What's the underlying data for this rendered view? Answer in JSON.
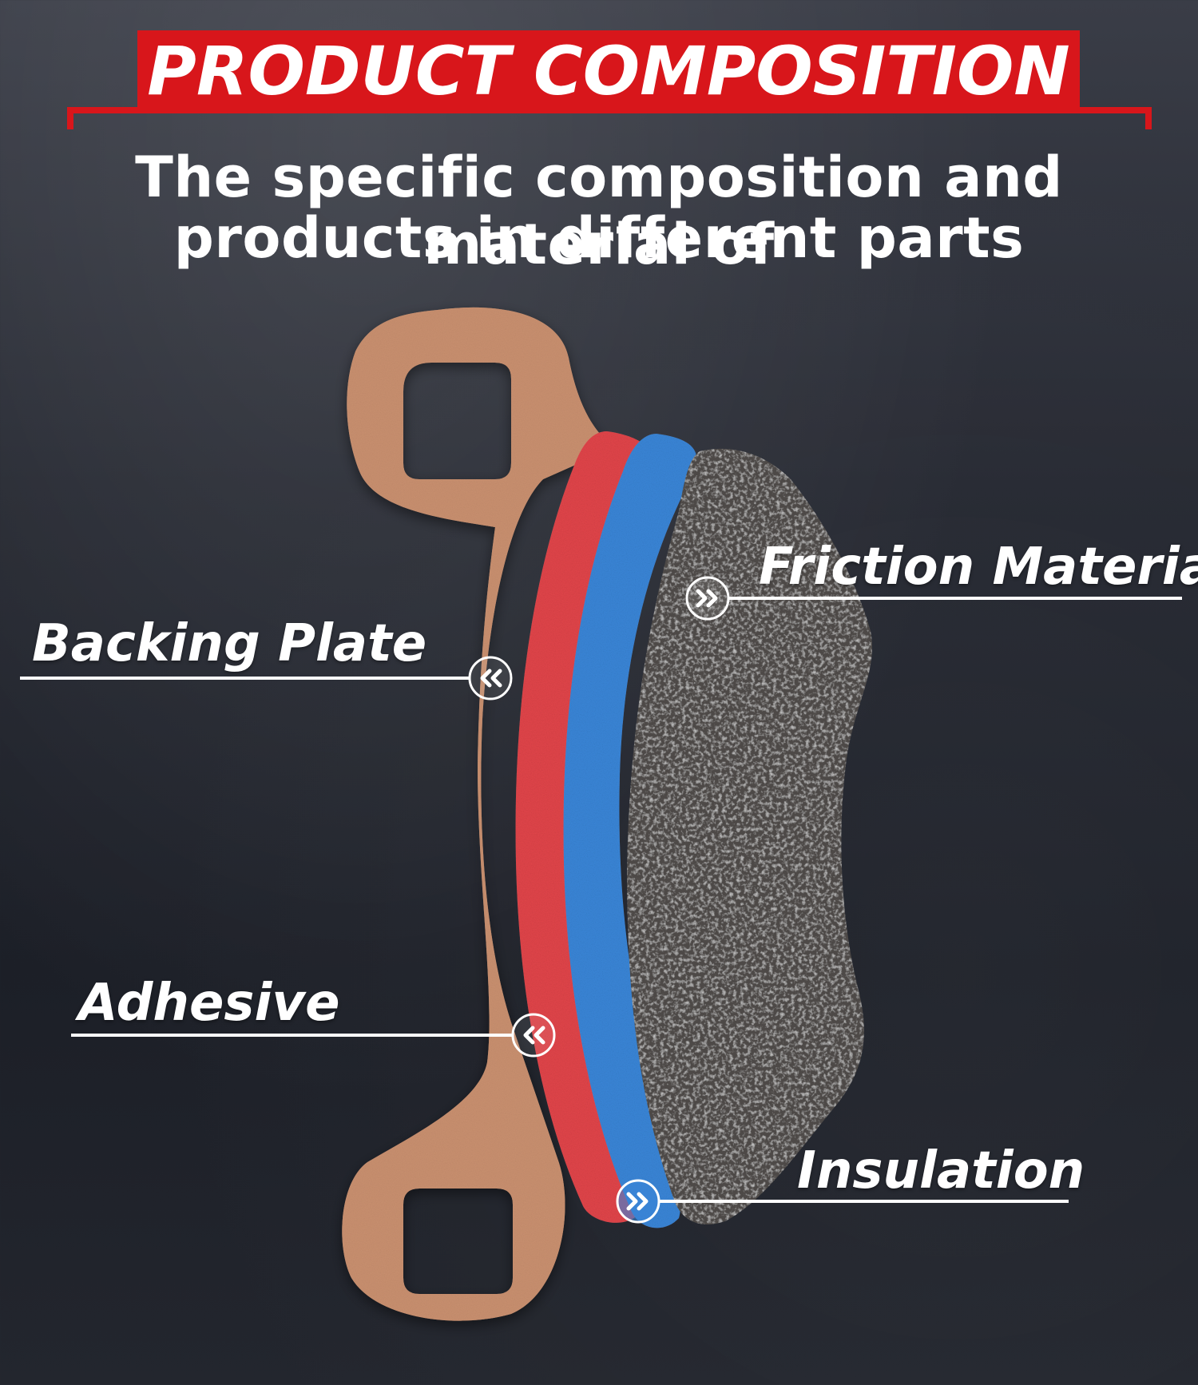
{
  "banner": {
    "title": "PRODUCT COMPOSITION",
    "color": "#d8161b"
  },
  "subtitle": {
    "line1": "The specific composition and material of",
    "line2": "products in different parts"
  },
  "labels": {
    "friction": "Friction Material",
    "backing": "Backing Plate",
    "adhesive": "Adhesive",
    "insulation": "Insulation"
  },
  "colors": {
    "backing_plate": "#c9906f",
    "adhesive": "#e2454a",
    "insulation": "#3a86d8",
    "friction": "#4a4644"
  },
  "icons": {
    "friction": "chevron-right-circle-icon",
    "backing": "chevron-left-circle-icon",
    "adhesive": "chevron-left-circle-icon",
    "insulation": "chevron-right-circle-icon"
  }
}
